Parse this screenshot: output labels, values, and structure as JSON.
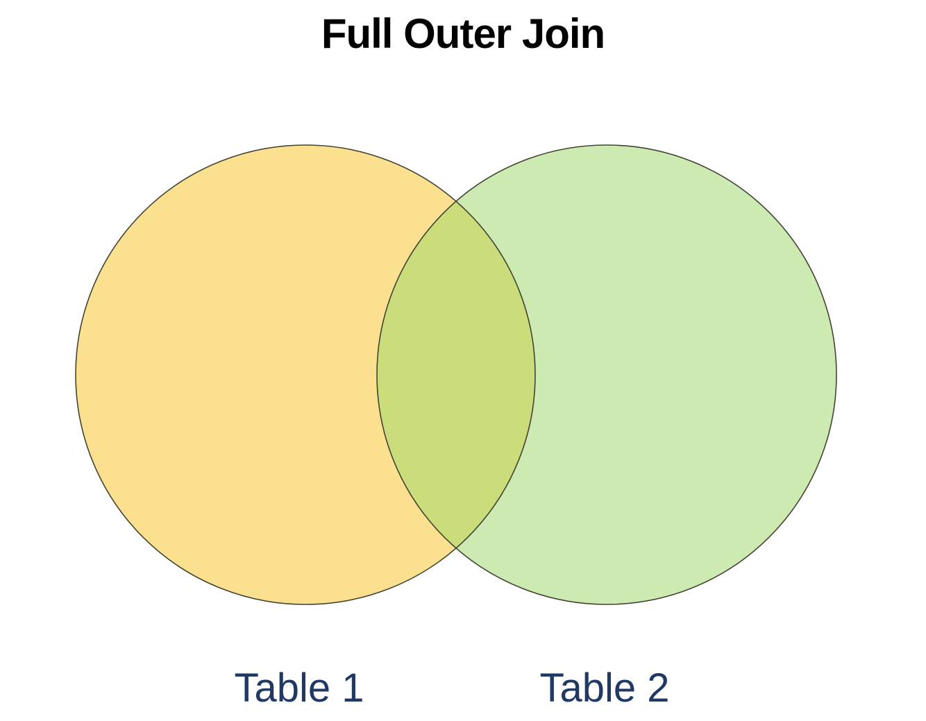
{
  "title": "Full Outer Join",
  "venn": {
    "left_circle": {
      "label": "Table 1",
      "fill": "#fbe08f"
    },
    "right_circle": {
      "label": "Table 2",
      "fill": "#cdeab3"
    },
    "overlap": {
      "fill": "#cbdc7a"
    },
    "outline_color": "#424433",
    "label_color": "#1f3864",
    "title_color": "#000000"
  }
}
